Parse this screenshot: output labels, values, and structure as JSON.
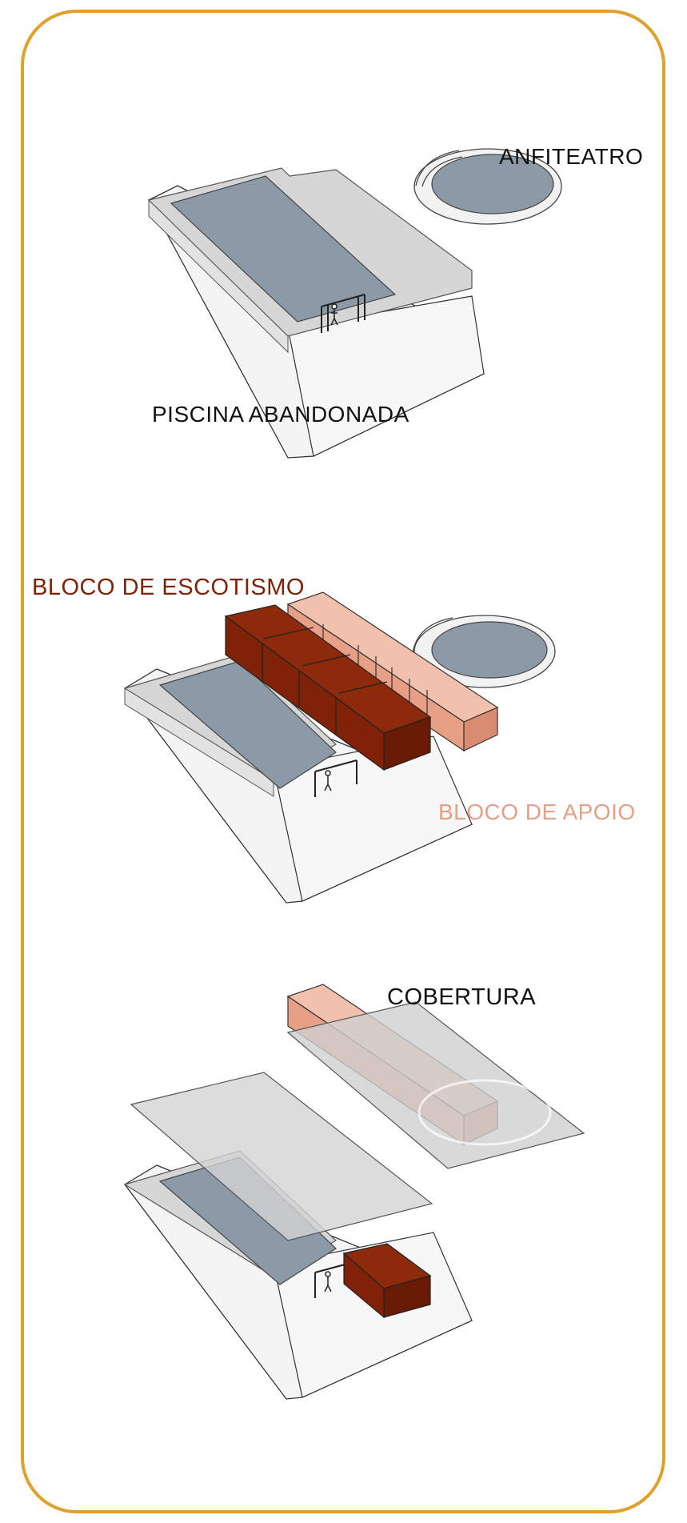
{
  "labels": {
    "anfiteatro": "ANFITEATRO",
    "piscina": "PISCINA ABANDONADA",
    "escotismo": "BLOCO DE ESCOTISMO",
    "apoio": "BLOCO DE APOIO",
    "cobertura": "COBERTURA"
  },
  "colors": {
    "frame": "#e0a02a",
    "pool_water": "#8b9aa6",
    "deck": "#d6d6d6",
    "wall": "#f4f4f4",
    "escotismo_block": "#7f2208",
    "apoio_block": "#e79f86",
    "roof": "#cfcfcf",
    "label_escotismo": "#7f2208",
    "label_apoio": "#e79f86",
    "label_default": "#111111"
  }
}
